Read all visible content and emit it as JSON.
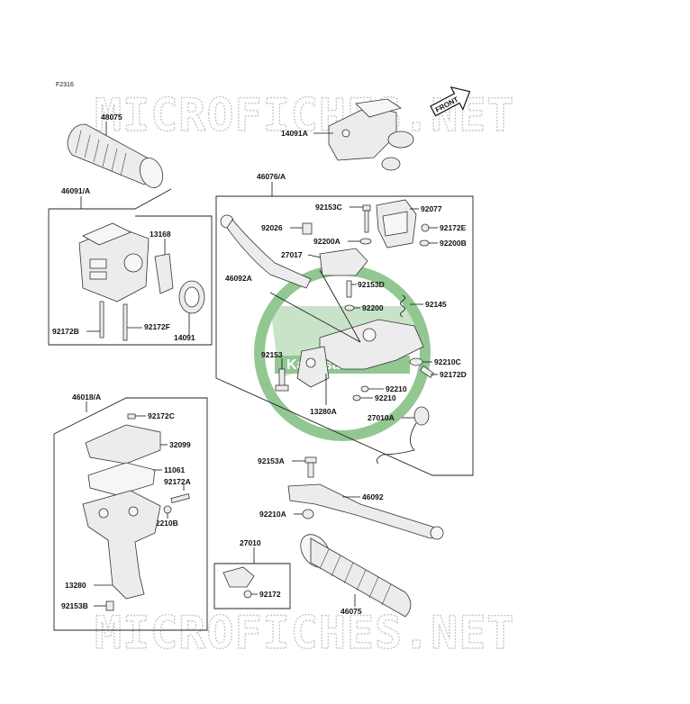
{
  "diagram": {
    "code": "F2316",
    "watermark": "MICROFICHES.NET",
    "front_label": "FRONT",
    "logo_text": "Kawasaki",
    "colors": {
      "logo_green": "#3a9a3a",
      "watermark": "#c8c8c8",
      "line": "#111111"
    }
  },
  "labels": {
    "l48075": "48075",
    "l14091A": "14091A",
    "l46091A": "46091/A",
    "l13168": "13168",
    "l92172B": "92172B",
    "l92172F": "92172F",
    "l14091": "14091",
    "l46076A": "46076/A",
    "l92153C": "92153C",
    "l92077": "92077",
    "l92026": "92026",
    "l92172E": "92172E",
    "l92200A": "92200A",
    "l92200B": "92200B",
    "l27017": "27017",
    "l46092A": "46092A",
    "l92153D": "92153D",
    "l92145": "92145",
    "l92200": "92200",
    "l92153": "92153",
    "l92210C": "92210C",
    "l92172D": "92172D",
    "l92210a": "92210",
    "l92210b": "92210",
    "l13280A": "13280A",
    "l27010A": "27010A",
    "l46018A": "46018/A",
    "l92172C": "92172C",
    "l32099": "32099",
    "l11061": "11061",
    "l92172A": "92172A",
    "l92210B": "92210B",
    "l13280": "13280",
    "l92153B": "92153B",
    "l92153A": "92153A",
    "l46092": "46092",
    "l92210A": "92210A",
    "l27010": "27010",
    "l92172": "92172",
    "l46075": "46075"
  }
}
